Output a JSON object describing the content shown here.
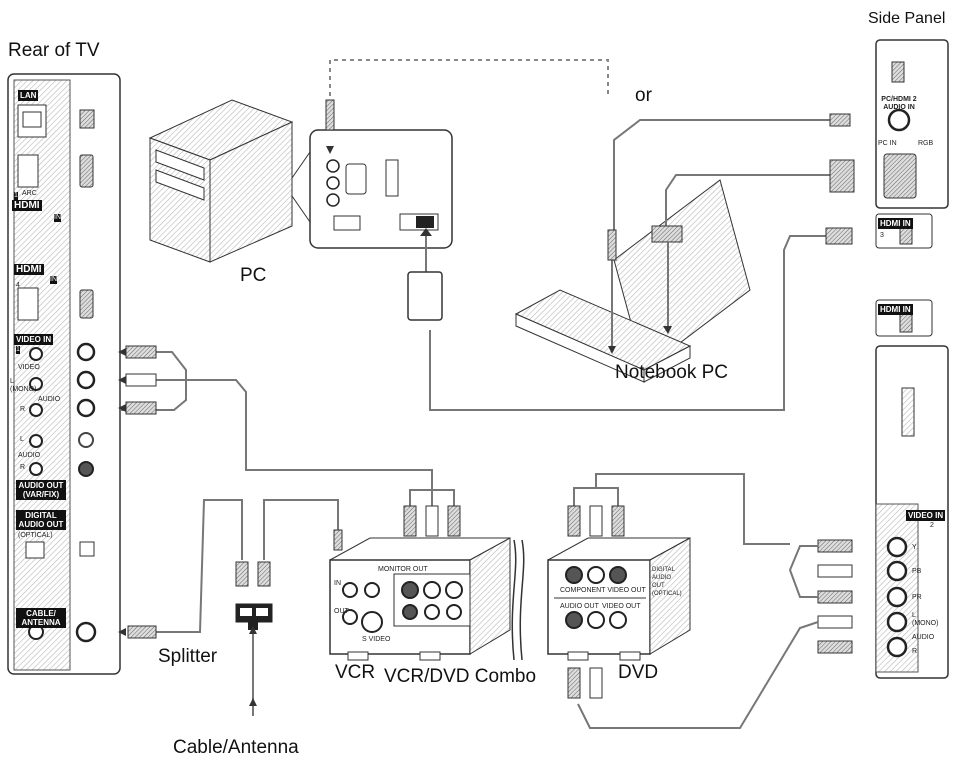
{
  "labels": {
    "rear_of_tv": "Rear of TV",
    "side_panel": "Side Panel",
    "pc": "PC",
    "notebook_pc": "Notebook PC",
    "or": "or",
    "splitter": "Splitter",
    "vcr": "VCR",
    "vcr_dvd_combo": "VCR/DVD Combo",
    "dvd": "DVD",
    "cable_antenna": "Cable/Antenna"
  },
  "tv_rear_ports": {
    "lan": "LAN",
    "hdmi_arc": "ARC",
    "hdmi": "HDMI",
    "hdmi_in": "IN",
    "hdmi_4": "4",
    "hdmi_1": "1",
    "video_in": "VIDEO IN",
    "video_in_num": "1",
    "video": "VIDEO",
    "l_mono": "L (MONO)",
    "audio": "AUDIO",
    "r": "R",
    "audio_out_l": "L",
    "audio_out_audio": "AUDIO",
    "audio_out_r": "R",
    "audio_out": "AUDIO OUT (VAR/FIX)",
    "digital_audio_out": "DIGITAL AUDIO OUT",
    "optical": "(OPTICAL)",
    "cable_antenna": "CABLE/ ANTENNA"
  },
  "side_panel_ports": {
    "pc_hdmi2_audio_in": "PC/HDMI 2 AUDIO IN",
    "rgb": "RGB",
    "pc_in": "PC IN",
    "hdmi_in": "HDMI IN",
    "hdmi_in_num": "3",
    "video_in": "VIDEO IN",
    "video_in_num": "2",
    "y": "Y",
    "pb": "PB",
    "pr": "PR",
    "l_mono": "L (MONO)",
    "audio": "AUDIO",
    "r": "R"
  },
  "devices": {
    "vcr_monitor_out": "MONITOR OUT",
    "vcr_s_video": "S VIDEO",
    "vcr_in": "IN",
    "vcr_out": "OUT",
    "dvd_component_video_out": "COMPONENT VIDEO OUT",
    "dvd_video_out": "VIDEO OUT",
    "dvd_audio_out": "AUDIO OUT",
    "dvd_digital_audio_out": "DIGITAL AUDIO OUT (OPTICAL)"
  }
}
